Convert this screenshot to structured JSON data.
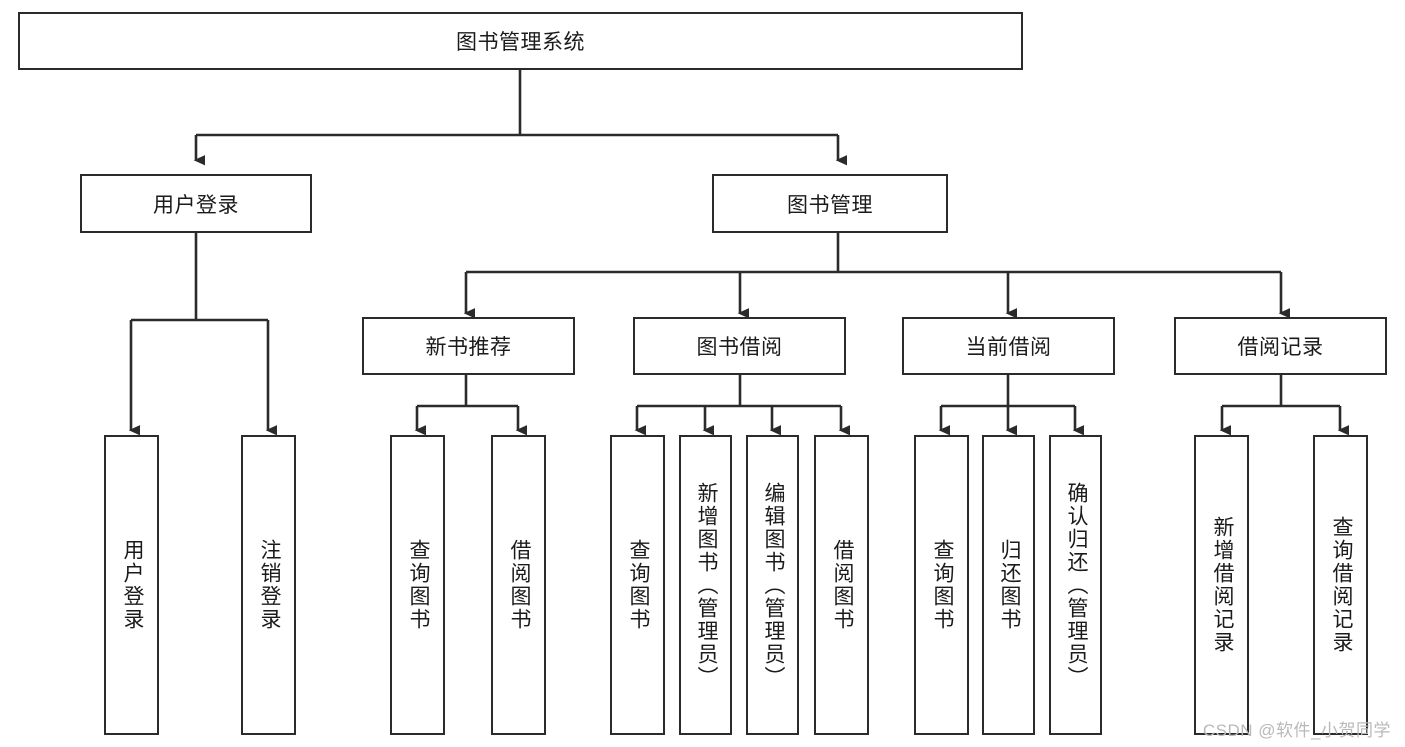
{
  "diagram": {
    "type": "tree-hierarchy",
    "title_node": {
      "label": "图书管理系统"
    },
    "level2": [
      {
        "label": "用户登录"
      },
      {
        "label": "图书管理"
      }
    ],
    "level3": [
      {
        "label": "新书推荐"
      },
      {
        "label": "图书借阅"
      },
      {
        "label": "当前借阅"
      },
      {
        "label": "借阅记录"
      }
    ],
    "leaves": {
      "user_login": [
        {
          "label": "用户登录"
        },
        {
          "label": "注销登录"
        }
      ],
      "new_book_recommend": [
        {
          "label": "查询图书"
        },
        {
          "label": "借阅图书"
        }
      ],
      "book_borrow": [
        {
          "label": "查询图书"
        },
        {
          "label": "新增图书（管理员）"
        },
        {
          "label": "编辑图书（管理员）"
        },
        {
          "label": "借阅图书"
        }
      ],
      "current_borrow": [
        {
          "label": "查询图书"
        },
        {
          "label": "归还图书"
        },
        {
          "label": "确认归还（管理员）"
        }
      ],
      "borrow_record": [
        {
          "label": "新增借阅记录"
        },
        {
          "label": "查询借阅记录"
        }
      ]
    }
  },
  "watermark": {
    "text": "CSDN @软件_小贺同学"
  },
  "colors": {
    "stroke": "#2b2b2b",
    "background": "#ffffff",
    "text": "#1b1b1b",
    "watermark": "#b9b9b9"
  }
}
